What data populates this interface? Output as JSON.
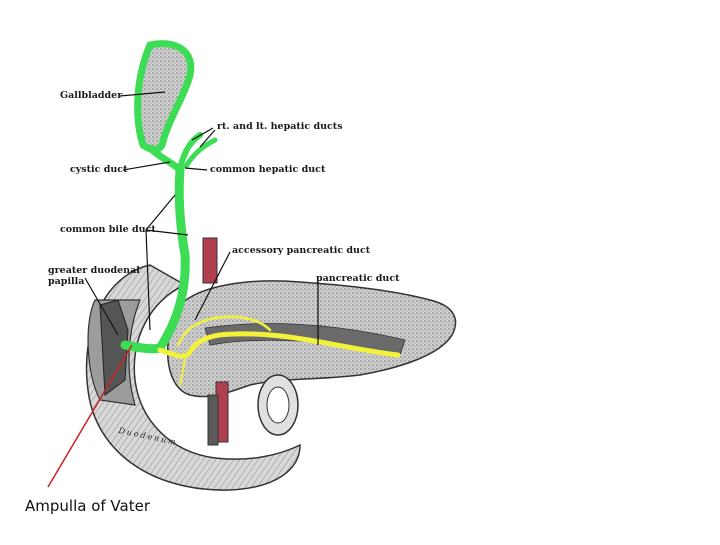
{
  "labels": {
    "gallbladder": "Gallbladder",
    "hepatic_ducts": "rt. and lt. hepatic ducts",
    "cystic_duct": "cystic duct",
    "common_hepatic_duct": "common hepatic duct",
    "common_bile_duct": "common bile duct",
    "accessory_pancreatic_duct": "accessory pancreatic duct",
    "greater_duodenal_papilla_line1": "greater duodenal",
    "greater_duodenal_papilla_line2": "papilla",
    "pancreatic_duct": "pancreatic duct",
    "duodenum": "Duodenum"
  },
  "annotation": {
    "ampulla": "Ampulla of Vater"
  },
  "colors": {
    "bile_ducts": "#3ddc55",
    "pancreatic_ducts": "#f2f23a",
    "pointer": "#cc2222",
    "vessel": "#b04050"
  }
}
